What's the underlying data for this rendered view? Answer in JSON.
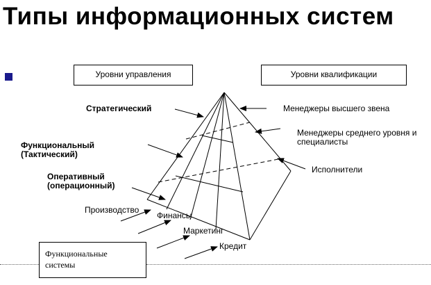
{
  "title": "Типы информационных систем",
  "boxes": {
    "management_levels": "Уровни управления",
    "qualification_levels": "Уровни квалификации",
    "functional_systems_line1": "Функциональные",
    "functional_systems_line2": "системы"
  },
  "levels": {
    "strategic": "Стратегический",
    "functional_line1": "Функциональный",
    "functional_line2": "(Тактический)",
    "operational_line1": "Оперативный",
    "operational_line2": "(операционный)"
  },
  "qualification": {
    "top_managers": "Менеджеры высшего звена",
    "mid_managers_line1": "Менеджеры среднего уровня и",
    "mid_managers_line2": "специалисты",
    "executors": "Исполнители"
  },
  "functions": {
    "production": "Производство",
    "finance": "Финансы",
    "marketing": "Маркетинг",
    "credit": "Кредит"
  },
  "colors": {
    "bullet": "#1a1a8c",
    "lines": "#000000"
  }
}
